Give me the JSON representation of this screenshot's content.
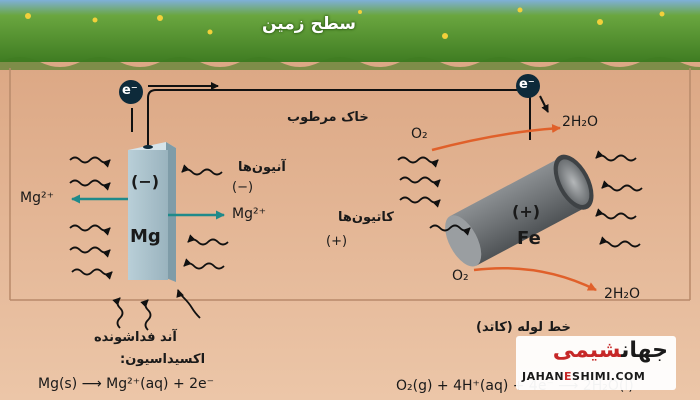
{
  "title": "سطح زمین",
  "soil_label": "خاک مرطوب",
  "electron": "e⁻",
  "anode": {
    "sign": "(−)",
    "metal": "Mg",
    "ion_left": "Mg²⁺",
    "ion_right": "Mg²⁺",
    "caption": "آند فداشونده"
  },
  "anions": {
    "label": "آنیون‌ها",
    "sign": "(−)"
  },
  "cations": {
    "label": "کاتیون‌ها",
    "sign": "(+)"
  },
  "cathode": {
    "sign": "(+)",
    "metal": "Fe",
    "caption": "خط لوله (کاتد)",
    "o2_top": "O₂",
    "o2_bottom": "O₂",
    "water_top": "2H₂O",
    "water_bottom": "2H₂O"
  },
  "oxidation": {
    "label": "اکسیداسیون:",
    "equation": "Mg(s) ⟶ Mg²⁺(aq) + 2e⁻"
  },
  "reduction": {
    "equation": "O₂(g) + 4H⁺(aq) + 4e⁻ ⟶ 2H₂O(l)"
  },
  "watermark": {
    "logo_a": "جهان",
    "logo_b": "شیمی",
    "url_a": "JAHAN",
    "url_b": "E",
    "url_c": "SHIMI.COM"
  },
  "colors": {
    "soil": "#e6b896",
    "grass": "#4f8f2a",
    "anode": "#a9c2cc",
    "pipe": "#6a6e71",
    "teal_arrow": "#1f8a8a",
    "orange_arrow": "#e0602a"
  }
}
